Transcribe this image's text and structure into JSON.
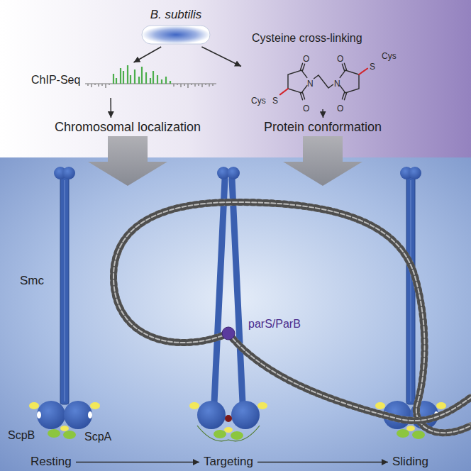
{
  "diagram": {
    "nodes": [
      {
        "text": [
          "B. subtilis"
        ]
      },
      {
        "text": [
          "ChIP-Seq"
        ]
      },
      {
        "text": [
          "Cysteine cross-linking"
        ]
      },
      {
        "text": [
          "Chromosomal localization"
        ]
      },
      {
        "text": [
          "Protein conformation"
        ]
      },
      {
        "text": [
          "Resting"
        ]
      },
      {
        "text": [
          "Targeting"
        ]
      },
      {
        "text": [
          "Sliding"
        ]
      }
    ],
    "edges": [
      {
        "from": 0,
        "to": 1,
        "arrow": "to"
      },
      {
        "from": 0,
        "to": 2,
        "arrow": "to"
      },
      {
        "from": 1,
        "to": 3,
        "arrow": "to"
      },
      {
        "from": 2,
        "to": 4,
        "arrow": "to"
      },
      {
        "from": 5,
        "to": 6,
        "arrow": "to"
      },
      {
        "from": 6,
        "to": 7,
        "arrow": "to"
      }
    ],
    "labels": [
      "Cys",
      "S",
      "O",
      "O",
      "N",
      "N",
      "O",
      "O",
      "S",
      "Cys",
      "Smc",
      "ScpB",
      "ScpA",
      "parS/ParB"
    ]
  }
}
